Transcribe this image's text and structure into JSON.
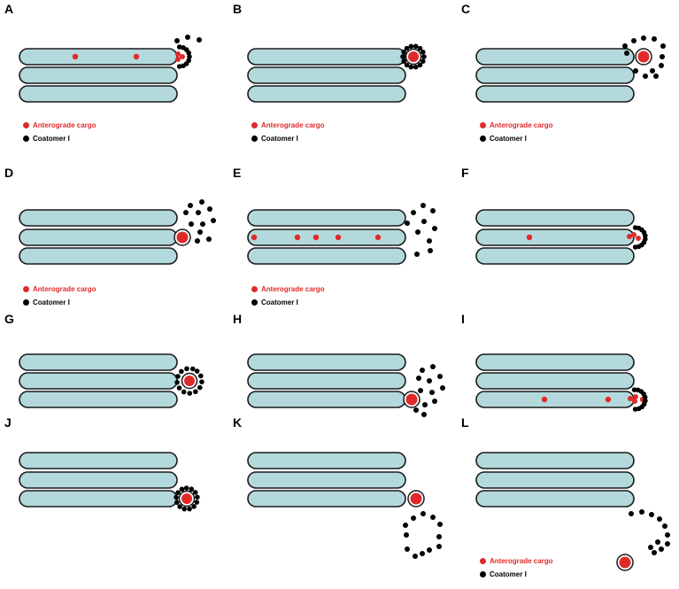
{
  "colors": {
    "cisterna_fill": "#b3d9dc",
    "outline": "#1a1a1a",
    "cargo": "#e02a2a",
    "coatomer": "#000000"
  },
  "legend": {
    "cargo_label": "Anterograde cargo",
    "coatomer_label": "Coatomer I"
  },
  "panels": [
    {
      "id": "panel-a",
      "label": "A",
      "scene": "Lateral cargo in top cisterna; coated bud forming at its rim",
      "show_legend": true
    },
    {
      "id": "panel-b",
      "label": "B",
      "scene": "Coated vesicle with cargo at top cisterna rim",
      "show_legend": true
    },
    {
      "id": "panel-c",
      "label": "C",
      "scene": "Coat dispersing from cargo vesicle at top cisterna",
      "show_legend": true
    },
    {
      "id": "panel-d",
      "label": "D",
      "scene": "Uncoated cargo vesicle fusing with middle cisterna",
      "show_legend": true
    },
    {
      "id": "panel-e",
      "label": "E",
      "scene": "Cargo distributed along middle cisterna",
      "show_legend": true
    },
    {
      "id": "panel-f",
      "label": "F",
      "scene": "Coated bud forming at middle cisterna rim",
      "show_legend": false
    },
    {
      "id": "panel-g",
      "label": "G",
      "scene": "Coated vesicle at middle cisterna rim",
      "show_legend": false
    },
    {
      "id": "panel-h",
      "label": "H",
      "scene": "Uncoated vesicle at bottom cisterna, coat dispersed",
      "show_legend": false
    },
    {
      "id": "panel-i",
      "label": "I",
      "scene": "Cargo along bottom cisterna; coated bud forming",
      "show_legend": false
    },
    {
      "id": "panel-j",
      "label": "J",
      "scene": "Coated vesicle at bottom cisterna rim",
      "show_legend": false
    },
    {
      "id": "panel-k",
      "label": "K",
      "scene": "Coat dispersing at bottom cisterna",
      "show_legend": false
    },
    {
      "id": "panel-l",
      "label": "L",
      "scene": "Uncoated cargo vesicle leaving the stack",
      "show_legend": true
    }
  ]
}
